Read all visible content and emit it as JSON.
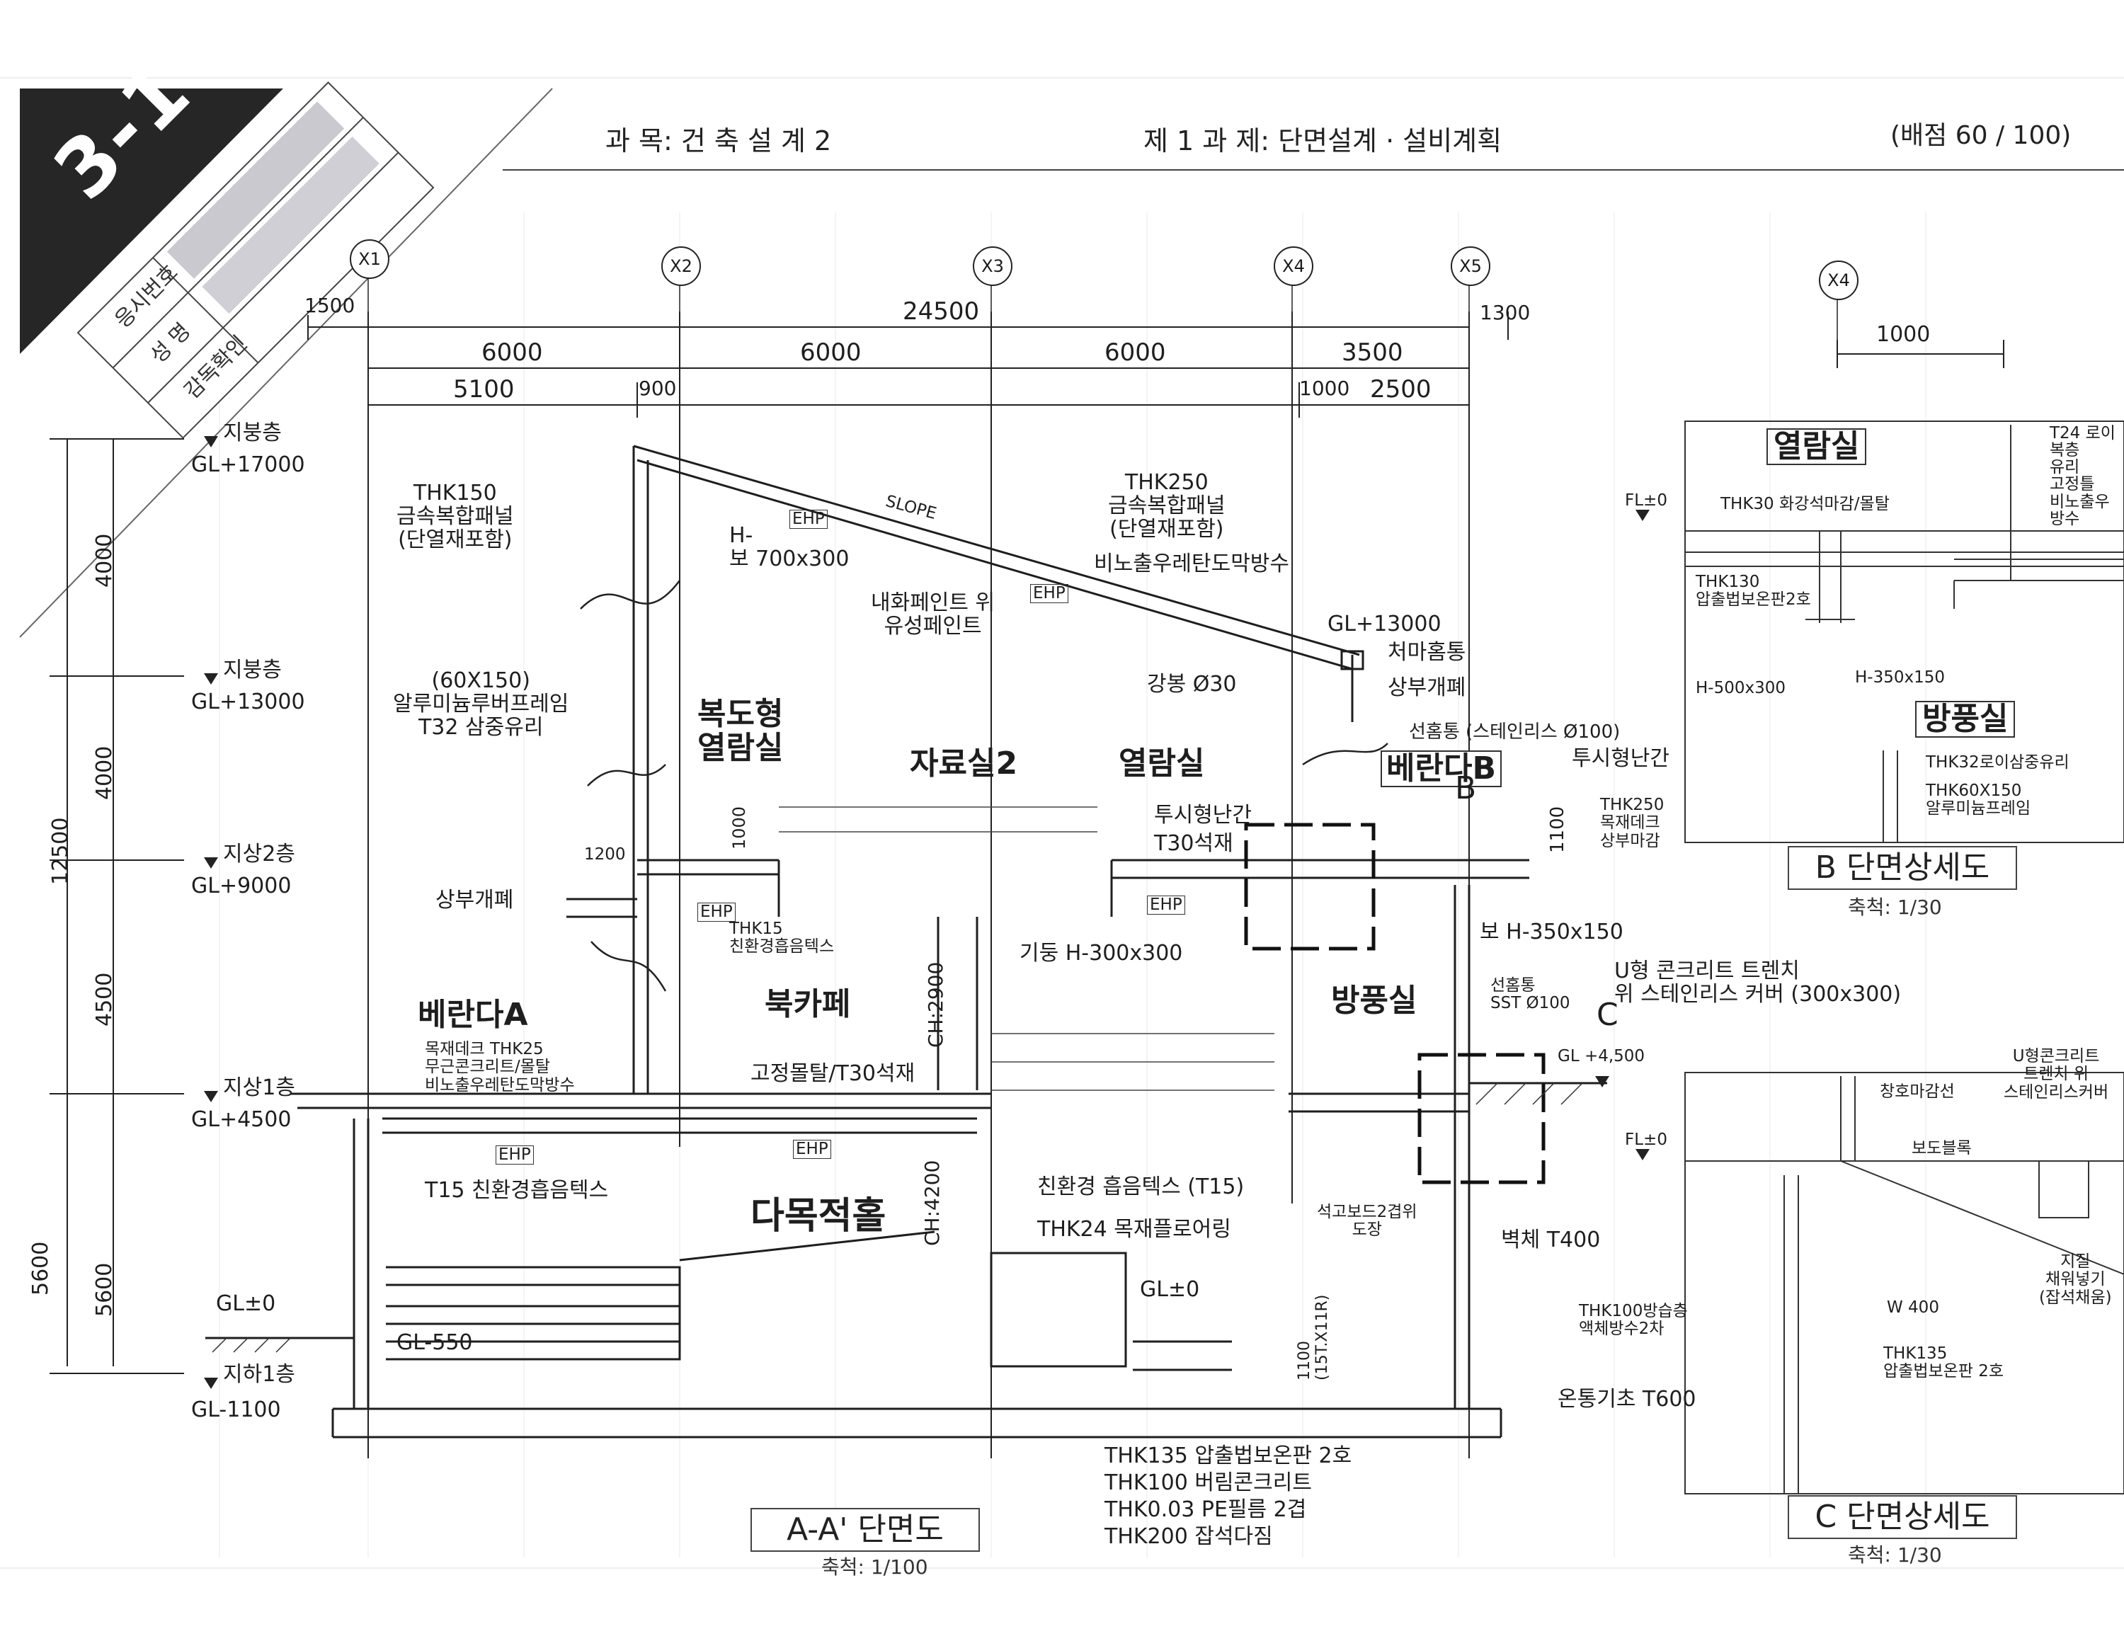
{
  "header": {
    "sheet_number": "3-1",
    "subject": "과 목: 건 축 설 계  2",
    "task": "제 1 과 제: 단면설계 · 설비계획",
    "score": "(배점  60 / 100)"
  },
  "id_box": {
    "exam_no_label": "응시번호",
    "name_label": "성   명",
    "supervisor_label": "감독확인"
  },
  "grid_labels": [
    "X1",
    "X2",
    "X3",
    "X4",
    "X5",
    "X4"
  ],
  "dimensions": {
    "overall": "24500",
    "left_overhang": "1500",
    "right_overhang": "1300",
    "spans": [
      "6000",
      "6000",
      "6000",
      "3500"
    ],
    "sub_spans": [
      "5100",
      "900",
      "1000",
      "2500"
    ],
    "heights": [
      "4000",
      "4000",
      "4500",
      "5600"
    ],
    "total_height": "12500",
    "b_detail_width": "1000",
    "b_detail_height": "1100",
    "section_height": "5600"
  },
  "levels": [
    {
      "name": "지붕층",
      "gl": "GL+17000"
    },
    {
      "name": "지붕층",
      "gl": "GL+13000"
    },
    {
      "name": "지상2층",
      "gl": "GL+9000"
    },
    {
      "name": "지상1층",
      "gl": "GL+4500"
    },
    {
      "name": "지하1층",
      "gl": "GL-1100"
    }
  ],
  "ground_marks": {
    "gl0_left": "GL±0",
    "gl_minus": "GL-550",
    "gl0_mid": "GL±0",
    "gl13000": "GL+13000",
    "gl4500_tag": "GL +4,500",
    "fl0_b": "FL±0",
    "fl0_c": "FL±0"
  },
  "rooms": {
    "reading_room_2f": "복도형\n열람실",
    "archive_room": "자료실2",
    "reading_room": "열람실",
    "veranda_b": "베란다B",
    "veranda_a": "베란다A",
    "book_cafe": "북카페",
    "windbreak": "방풍실",
    "multipurpose_hall": "다목적홀"
  },
  "notes": {
    "n1": "THK150\n금속복합패널\n(단열재포함)",
    "n2": "H-\n보 700x300",
    "n3": "THK250\n금속복합패널\n(단열재포함)",
    "n4": "비노출우레탄도막방수",
    "n5": "내화페인트 위\n유성페인트",
    "n6": "(60X150)\n알루미늄루버프레임\nT32 삼중유리",
    "n7": "강봉 Ø30",
    "n8": "처마홈통",
    "n9": "상부개폐",
    "n10": "선홈통 (스테인리스 Ø100)",
    "n11": "투시형난간",
    "n12": "THK250\n목재데크\n상부마감",
    "n13": "투시형난간",
    "n14": "T30석재",
    "n15": "보 H-350x150",
    "n16": "상부개폐",
    "n17": "THK15\n친환경흡음텍스",
    "n18": "기둥 H-300x300",
    "n19": "목재데크 THK25\n무근콘크리트/몰탈\n비노출우레탄도막방수",
    "n20": "고정몰탈/T30석재",
    "n21": "선홈통\nSST Ø100",
    "n22": "U형 콘크리트 트렌치\n위 스테인리스 커버 (300x300)",
    "n23": "T15 친환경흡음텍스",
    "n24": "친환경 흡음텍스 (T15)",
    "n25": "THK24 목재플로어링",
    "n26": "석고보드2겹위\n도장",
    "n27": "벽체 T400",
    "n28": "THK100방습층\n액체방수2차",
    "n29": "온통기초 T600",
    "n30": "THK135 압출법보온판 2호",
    "n31": "THK100 버림콘크리트",
    "n32": "THK0.03 PE필름 2겹",
    "n33": "THK200 잡석다짐",
    "n34": "CH:2900",
    "n35": "CH:4200",
    "n36": "1100\n(15T.X11R)",
    "ehp": "EHP",
    "slope": "SLOPE",
    "b_mark": "B",
    "c_mark": "C",
    "dim_1200": "1200",
    "dim_1000": "1000"
  },
  "detail_b": {
    "room_top": "열람실",
    "room_bottom": "방풍실",
    "n1": "THK30 화강석마감/몰탈",
    "n2": "T24 로이\n복층\n유리\n고정틀\n비노출우\n방수",
    "n3": "THK130\n압출법보온판2호",
    "n4": "H-500x300",
    "n5": "H-350x150",
    "n6": "THK32로이삼중유리",
    "n7": "THK60X150\n알루미늄프레임",
    "caption": "B 단면상세도",
    "scale": "축척: 1/30"
  },
  "detail_c": {
    "n1": "창호마감선",
    "n2": "U형콘크리트\n트렌치 위\n스테인리스커버",
    "n3": "보도블록",
    "n4": "W 400",
    "n5": "THK135\n압출법보온판 2호",
    "n6": "지질\n채워넣기\n(잡석채움)",
    "caption": "C 단면상세도",
    "scale": "축척: 1/30"
  },
  "main_caption": {
    "title": "A-A' 단면도",
    "scale": "축척: 1/100"
  }
}
